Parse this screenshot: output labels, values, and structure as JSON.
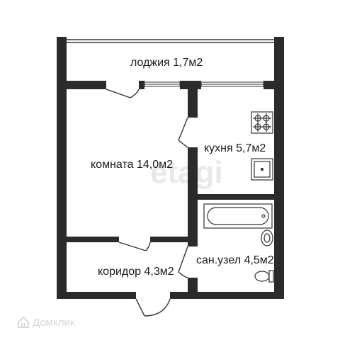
{
  "plan": {
    "rooms": {
      "loggia": "лоджия 1,7м2",
      "room": "комната 14,0м2",
      "kitchen": "кухня 5,7м2",
      "bathroom": "сан.узел 4,5м2",
      "corridor": "коридор 4,3м2"
    },
    "watermark": "etagi"
  },
  "brand": {
    "name": "Домклик",
    "icon": "house-logo-icon"
  },
  "colors": {
    "wall": "#2b2b2b",
    "line": "#333333",
    "background": "#ffffff"
  }
}
